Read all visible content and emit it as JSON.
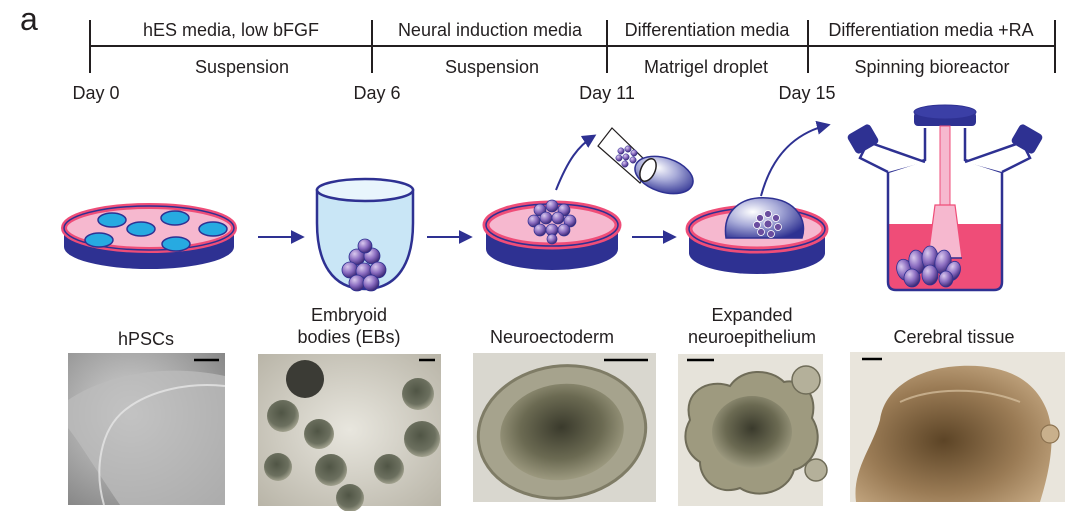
{
  "panel_label": "a",
  "timeline": {
    "media": [
      "hES media, low bFGF",
      "Neural induction media",
      "Differentiation media",
      "Differentiation media +RA"
    ],
    "conditions": [
      "Suspension",
      "Suspension",
      "Matrigel droplet",
      "Spinning bioreactor"
    ],
    "days": [
      "Day 0",
      "Day 6",
      "Day 11",
      "Day 15"
    ]
  },
  "stages": [
    {
      "label_lines": [
        "hPSCs"
      ]
    },
    {
      "label_lines": [
        "Embryoid",
        "bodies (EBs)"
      ]
    },
    {
      "label_lines": [
        "Neuroectoderm"
      ]
    },
    {
      "label_lines": [
        "Expanded",
        "neuroepithelium"
      ]
    },
    {
      "label_lines": [
        "Cerebral tissue"
      ]
    }
  ],
  "colors": {
    "dish_blue": "#2e3192",
    "dish_pink": "#ef4d78",
    "medium_pink": "#f6b8cf",
    "cell_cyan": "#27aae1",
    "eb_purple": "#6a4d9f",
    "line_dark": "#231f20"
  }
}
